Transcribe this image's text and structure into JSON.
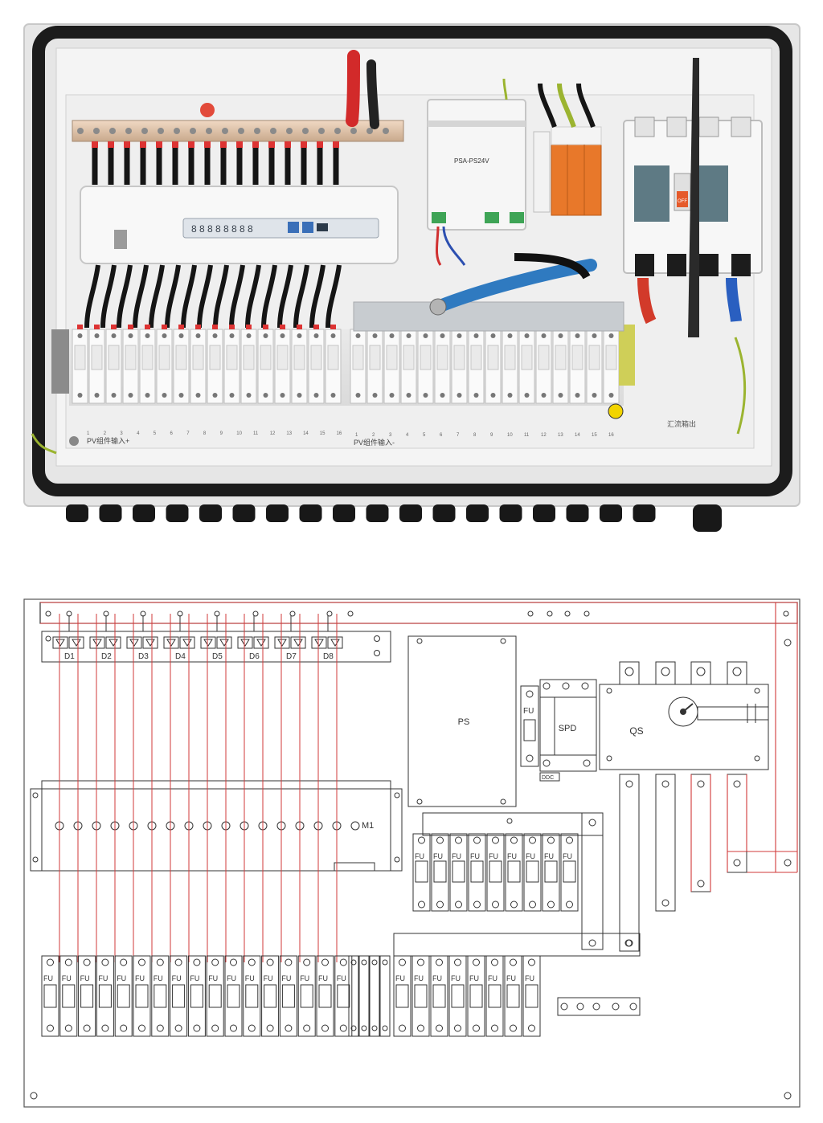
{
  "photo": {
    "power_supply_model": "PSA-PS24V",
    "positive_row_label": "PV组件输入+",
    "negative_row_label": "PV组件输入-",
    "pos_numbers": [
      "1",
      "2",
      "3",
      "4",
      "5",
      "6",
      "7",
      "8",
      "9",
      "10",
      "11",
      "12",
      "13",
      "14",
      "15",
      "16"
    ],
    "neg_numbers": [
      "1",
      "2",
      "3",
      "4",
      "5",
      "6",
      "7",
      "8",
      "9",
      "10",
      "11",
      "12",
      "13",
      "14",
      "15",
      "16"
    ],
    "right_label": "汇流箱出",
    "breaker_state": "OFF",
    "monitor_screen": "8 8 8 8 8 8 8 8"
  },
  "diagram": {
    "diode_labels": [
      "D1",
      "D2",
      "D3",
      "D4",
      "D5",
      "D6",
      "D7",
      "D8"
    ],
    "power_supply_label": "PS",
    "spd_label": "SPD",
    "fuse_label": "FU",
    "switch_label": "QS",
    "monitor_label": "M1",
    "spd_base_text": "DDC"
  },
  "colors": {
    "wire_red": "#d23a3a",
    "line_black": "#222222",
    "spd_orange": "#e8782a",
    "enclosure_gray": "#dcdcdc"
  }
}
